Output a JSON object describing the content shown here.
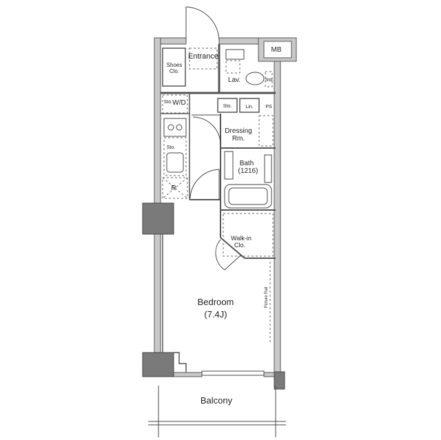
{
  "rooms": {
    "entrance": "Entrance",
    "shoes_clo_1": "Shoes",
    "shoes_clo_2": "Clo.",
    "mb": "MB",
    "lav": "Lav.",
    "sto_lav": "Sto.",
    "sto_wd": "Sto.",
    "wd": "W/D",
    "sto_mid": "Sto.",
    "lin": "Lin.",
    "ps": "PS",
    "dressing_1": "Dressing",
    "dressing_2": "Rm.",
    "sto_kitchen": "Sto.",
    "bath_1": "Bath",
    "bath_2": "(1216)",
    "r": "R",
    "walkin_1": "Walk-in",
    "walkin_2": "Clo.",
    "bedroom_1": "Bedroom",
    "bedroom_2": "(7.4J)",
    "picture_rail": "Picture Rail",
    "balcony": "Balcony"
  }
}
